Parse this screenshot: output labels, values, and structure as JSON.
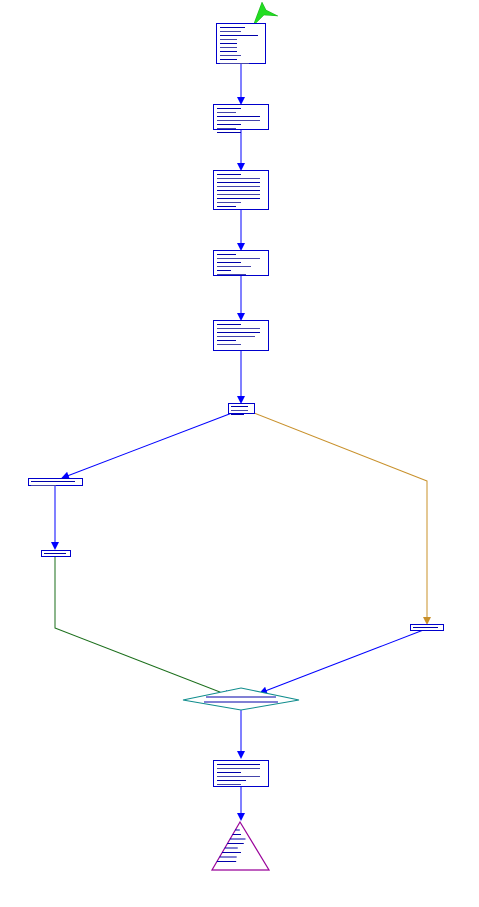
{
  "colors": {
    "background": "#ffffff",
    "node_border": "#0000cc",
    "edge_default": "#0000ff",
    "edge_false": "#c8902a",
    "edge_merge": "#1a6e1a",
    "decision_border": "#0e8c8c",
    "exit_border": "#990099",
    "entry_marker": "#22dd22"
  },
  "nodes": [
    {
      "id": "n1",
      "kind": "block",
      "rows": [
        0.6,
        0.5,
        0.9,
        0.4,
        0.4,
        0.4,
        0.4,
        0.5,
        0.4,
        0.7
      ]
    },
    {
      "id": "n2",
      "kind": "block",
      "rows": [
        0.5,
        0.4,
        0.9,
        0.9,
        0.5,
        0.4,
        0.5
      ]
    },
    {
      "id": "n3",
      "kind": "block",
      "rows": [
        0.5,
        0.9,
        0.9,
        0.9,
        0.9,
        0.9,
        0.9,
        0.5,
        0.4
      ]
    },
    {
      "id": "n4",
      "kind": "block",
      "rows": [
        0.4,
        0.9,
        0.5,
        0.7,
        0.3,
        0.6
      ]
    },
    {
      "id": "n5",
      "kind": "block",
      "rows": [
        0.5,
        0.9,
        0.9,
        0.8,
        0.4,
        0.5
      ]
    },
    {
      "id": "n6",
      "kind": "branch",
      "rows": [
        0.8,
        0.8,
        0.6
      ]
    },
    {
      "id": "n7",
      "kind": "block",
      "rows": [
        0.9,
        0.5
      ]
    },
    {
      "id": "n8",
      "kind": "block",
      "rows": [
        0.9
      ]
    },
    {
      "id": "n9",
      "kind": "block",
      "rows": [
        0.9
      ]
    },
    {
      "id": "n10",
      "kind": "decision",
      "rows": [
        0.9,
        0.9
      ]
    },
    {
      "id": "n11",
      "kind": "block",
      "rows": [
        0.9,
        0.9,
        0.5,
        0.9,
        0.6,
        0.5
      ]
    },
    {
      "id": "n12",
      "kind": "exit",
      "rows": [
        0.4,
        0.5,
        0.7,
        0.6,
        0.4,
        0.5,
        0.4,
        0.4
      ]
    }
  ],
  "edges": [
    {
      "from": "n1",
      "to": "n2",
      "kind": "default"
    },
    {
      "from": "n2",
      "to": "n3",
      "kind": "default"
    },
    {
      "from": "n3",
      "to": "n4",
      "kind": "default"
    },
    {
      "from": "n4",
      "to": "n5",
      "kind": "default"
    },
    {
      "from": "n5",
      "to": "n6",
      "kind": "default"
    },
    {
      "from": "n6",
      "to": "n7",
      "kind": "default"
    },
    {
      "from": "n6",
      "to": "n9",
      "kind": "false"
    },
    {
      "from": "n7",
      "to": "n8",
      "kind": "default"
    },
    {
      "from": "n8",
      "to": "n10",
      "kind": "merge"
    },
    {
      "from": "n9",
      "to": "n10",
      "kind": "default"
    },
    {
      "from": "n10",
      "to": "n11",
      "kind": "default"
    },
    {
      "from": "n11",
      "to": "n12",
      "kind": "default"
    }
  ]
}
